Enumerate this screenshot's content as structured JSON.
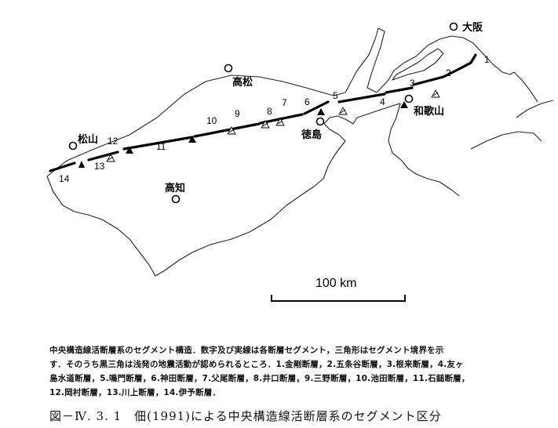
{
  "map": {
    "cities": [
      {
        "key": "osaka",
        "name": "大阪"
      },
      {
        "key": "takamatsu",
        "name": "高松"
      },
      {
        "key": "wakayama",
        "name": "和歌山"
      },
      {
        "key": "tokushima",
        "name": "徳島"
      },
      {
        "key": "matsuyama",
        "name": "松山"
      },
      {
        "key": "kochi",
        "name": "高知"
      }
    ],
    "segments": [
      "1",
      "2",
      "3",
      "4",
      "5",
      "6",
      "7",
      "8",
      "9",
      "10",
      "11",
      "12",
      "13",
      "14"
    ],
    "scale_bar_label": "100 km",
    "boundary_symbols": {
      "black_triangle": "segment boundary with shallow seismic activity",
      "hatched_triangle": "segment boundary"
    }
  },
  "caption": {
    "lines": [
      "中央構造線活断層系のセグメント構造．数字及び実線は各断層セグメント，三角形はセグメント境界を示",
      "す．そのうち黒三角は浅発の地震活動が認められるところ．1.金剛断層，2.五条谷断層，3.根来断層，4.友ヶ",
      "島水道断層，5.鳴門断層，6.神田断層，7.父尾断層，8.井口断層，9.三野断層，10.池田断層，11.石鎚断層，",
      "12.岡村断層，13.川上断層，14.伊予断層．"
    ]
  },
  "figure_title": "図－Ⅳ. 3. 1　佃(1991)による中央構造線活断層系のセグメント区分"
}
